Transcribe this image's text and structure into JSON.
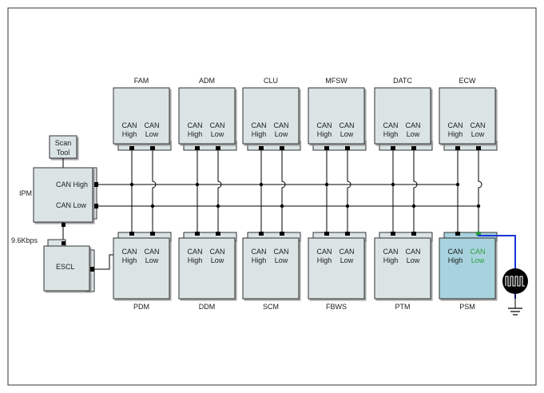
{
  "colors": {
    "module_fill": "#dbe4e5",
    "highlight_fill": "#a8d3de",
    "line": "#000000",
    "probe_wire": "#1a35d6",
    "highlight_text": "#2e9c3a"
  },
  "labels": {
    "can_high": "CAN",
    "can_high_2": "High",
    "can_low": "CAN",
    "can_low_2": "Low",
    "scan_tool_1": "Scan",
    "scan_tool_2": "Tool",
    "ipm": "IPM",
    "ipm_can_high": "CAN High",
    "ipm_can_low": "CAN Low",
    "baud": "9.6Kbps",
    "escl": "ESCL"
  },
  "top_modules": [
    "FAM",
    "ADM",
    "CLU",
    "MFSW",
    "DATC",
    "ECW"
  ],
  "bottom_modules": [
    "PDM",
    "DDM",
    "SCM",
    "FBWS",
    "PTM",
    "PSM"
  ],
  "highlighted_module": "PSM",
  "probe": {
    "icon": "oscilloscope-signal-icon",
    "ground_icon": "ground-icon"
  }
}
